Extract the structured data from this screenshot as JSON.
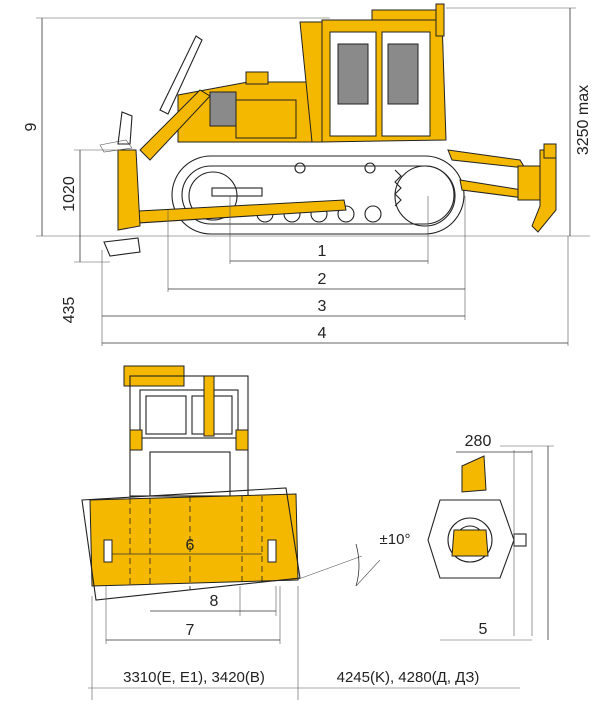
{
  "side_view": {
    "height_label": "9",
    "cab_height_label": "3250 max",
    "blade_lift_label": "1020",
    "blade_drop_label": "435",
    "length_labels": [
      "1",
      "2",
      "3",
      "4"
    ]
  },
  "front_view": {
    "blade_width_label": "6",
    "track_gauge_label": "8",
    "track_width_label": "7",
    "tilt_label": "±10°"
  },
  "ripper_view": {
    "offset_label": "280",
    "depth_label": "5"
  },
  "footer": {
    "widths_left": "3310(E, E1), 3420(B)",
    "widths_right": "4245(K), 4280(Д, ДЗ)"
  },
  "colors": {
    "machine_yellow": "#f5b800",
    "line": "#222222"
  }
}
